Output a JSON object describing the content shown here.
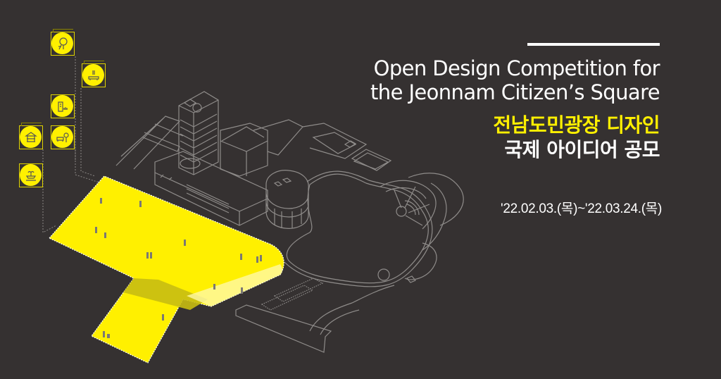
{
  "banner": {
    "title_en": {
      "line1": "Open Design Competition for",
      "line2": "the Jeonnam Citizen’s Square"
    },
    "title_ko": {
      "line1": "전남도민광장 디자인",
      "line2": "국제 아이디어 공모"
    },
    "period": "'22.02.03.(목)~'22.03.24.(목)"
  },
  "colors": {
    "background": "#353131",
    "accent_yellow": "#fff000",
    "line_gray": "#8f8c8a",
    "text_white": "#ffffff"
  },
  "icons": [
    {
      "name": "trees-icon",
      "label": "trees"
    },
    {
      "name": "fountain-plaza-icon",
      "label": "fountain plaza"
    },
    {
      "name": "building-garden-icon",
      "label": "building garden"
    },
    {
      "name": "pavilion-icon",
      "label": "pavilion"
    },
    {
      "name": "bench-tree-icon",
      "label": "bench and tree"
    },
    {
      "name": "fountain-icon",
      "label": "fountain"
    }
  ]
}
